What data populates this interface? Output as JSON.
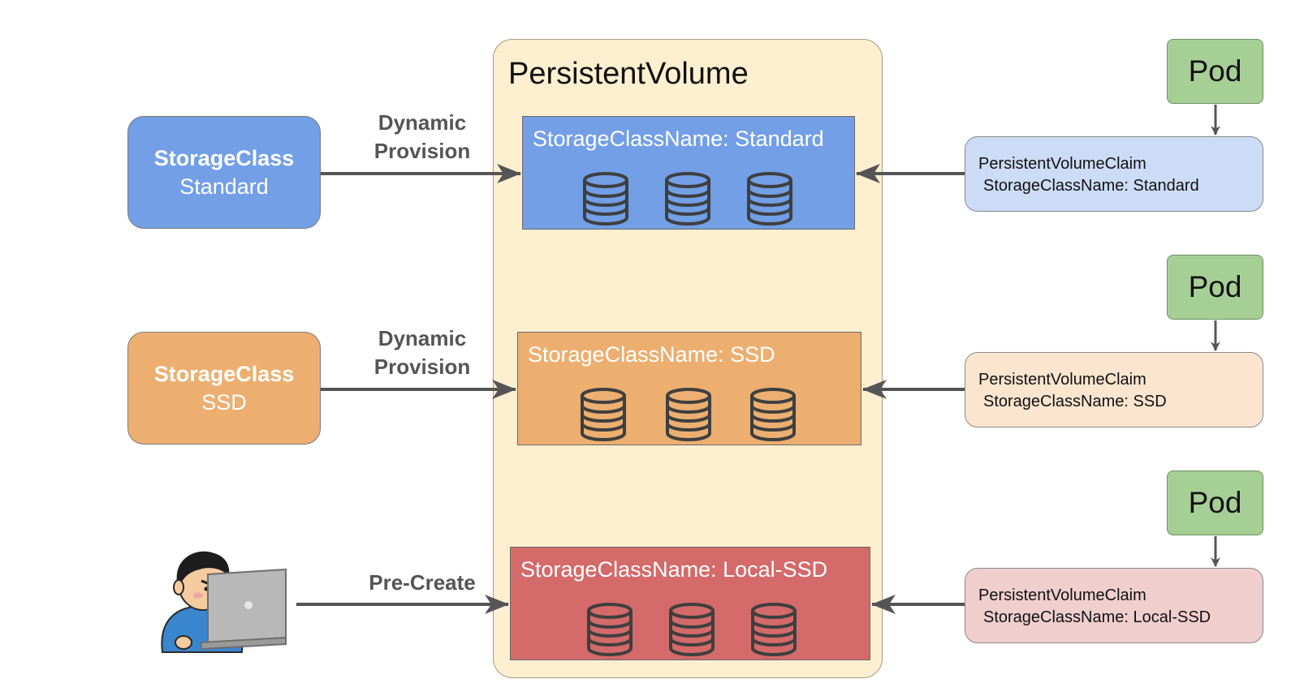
{
  "persistent_volume": {
    "title": "PersistentVolume",
    "volumes": [
      {
        "label": "StorageClassName: Standard"
      },
      {
        "label": "StorageClassName: SSD"
      },
      {
        "label": "StorageClassName: Local-SSD"
      }
    ]
  },
  "storage_classes": [
    {
      "name": "StorageClass",
      "type": "Standard"
    },
    {
      "name": "StorageClass",
      "type": "SSD"
    }
  ],
  "edges": {
    "standard": "Dynamic\nProvision",
    "ssd": "Dynamic\nProvision",
    "local_ssd": "Pre-Create"
  },
  "pods": [
    {
      "label": "Pod"
    },
    {
      "label": "Pod"
    },
    {
      "label": "Pod"
    }
  ],
  "claims": [
    {
      "title": "PersistentVolumeClaim",
      "class": "StorageClassName: Standard"
    },
    {
      "title": "PersistentVolumeClaim",
      "class": "StorageClassName: SSD"
    },
    {
      "title": "PersistentVolumeClaim",
      "class": "StorageClassName: Local-SSD"
    }
  ],
  "colors": {
    "panel": "#fdefcf",
    "standard": "#729fe6",
    "ssd": "#ecaf70",
    "local_ssd": "#d46a6a",
    "pod": "#a6cf95",
    "pvc_standard": "#ccdcf6",
    "pvc_ssd": "#fbe5cf",
    "pvc_local_ssd": "#f0cece",
    "arrow": "#555555",
    "disk_stroke": "#3f3f3f"
  },
  "icons": {
    "disk": "database-cylinder-icon",
    "user": "user-with-laptop-icon"
  }
}
